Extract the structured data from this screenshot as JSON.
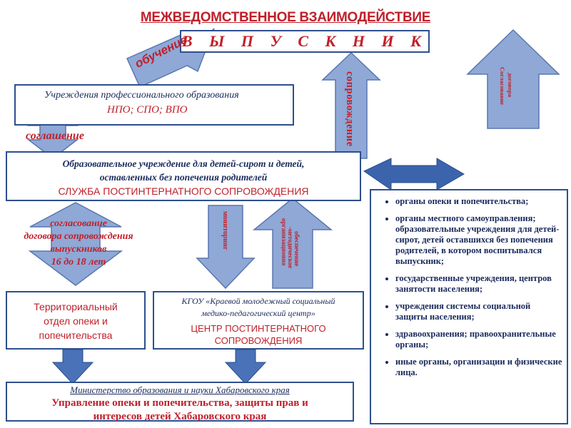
{
  "title": "МЕЖВЕДОМСТВЕННОЕ ВЗАИМОДЕЙСТВИЕ",
  "graduate": "В Ы П У С К Н И К",
  "institutions": {
    "line1": "Учреждения профессионального образования",
    "line2": "НПО; СПО; ВПО"
  },
  "edu_institution": {
    "line1": "Образовательное учреждение для детей-сирот и детей,",
    "line2": "оставленных без попечения родителей",
    "line3": "СЛУЖБА ПОСТИНТЕРНАТНОГО СОПРОВОЖДЕНИЯ"
  },
  "territorial": {
    "line1": "Территориальный",
    "line2": "отдел опеки и",
    "line3": "попечительства"
  },
  "kgou": {
    "line1": "КГОУ «Краевой молодежный социальный",
    "line2": "медико-педагогический центр»",
    "line3": "ЦЕНТР ПОСТИНТЕРНАТНОГО",
    "line4": "СОПРОВОЖДЕНИЯ"
  },
  "ministry": {
    "line1": "Министерство образования и науки Хабаровского края",
    "line2": "Управление опеки и попечительства, защиты прав и",
    "line3": "интересов детей Хабаровского края"
  },
  "bodies_list": [
    "органы опеки и попечительства;",
    "органы местного самоуправления; образовательные учреждения для детей-сирот, детей оставшихся без попечения родителей, в котором воспитывался выпускник;",
    "государственные учреждения, центров занятости населения;",
    "учреждения системы социальной защиты населения;",
    "здравоохранения; правоохранительные органы;",
    "иные органы, организации и физические лица."
  ],
  "labels": {
    "obuchenie": "обучение",
    "soglashenie": "соглашение",
    "soglasovanie": "согласование договора сопровождения выпускников 16 до 18 лет",
    "soglasovanie_l1": "согласование",
    "soglasovanie_l2": "договора сопровождения",
    "soglasovanie_l3": "выпускников",
    "soglasovanie_l4": "16 до 18 лет",
    "soprovozhdenie": "сопровождение",
    "monitoring": "мониторинг",
    "org_support_1": "организационно",
    "org_support_2": "-методическое",
    "org_support_3": "обеспечение",
    "contract_1": "Согласование",
    "contract_2": "договора"
  },
  "colors": {
    "arrow_fill": "#8fa8d6",
    "arrow_stroke": "#5a76b0",
    "accent_red": "#c0202a",
    "text_navy": "#1a2a5c",
    "box_border": "#2d4f8f",
    "dark_arrow": "#3b64ad"
  }
}
